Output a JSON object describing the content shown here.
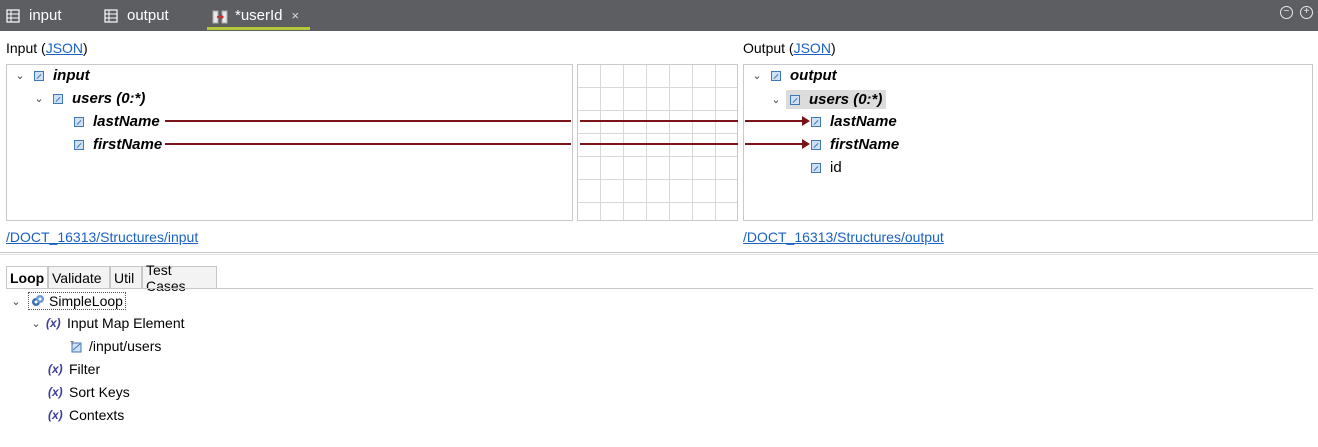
{
  "tabs": [
    {
      "label": "input",
      "icon": "grid-icon"
    },
    {
      "label": "output",
      "icon": "grid-icon"
    },
    {
      "label": "*userId",
      "icon": "mapping-icon",
      "close": "×"
    }
  ],
  "window_controls": {
    "minimize": "−",
    "maximize": "+"
  },
  "input_panel": {
    "title_prefix": "Input (",
    "title_link": "JSON",
    "title_suffix": ")",
    "nodes": [
      {
        "label": "input",
        "chevron": "⌄"
      },
      {
        "label": "users (0:*)",
        "chevron": "⌄"
      },
      {
        "label": "lastName"
      },
      {
        "label": "firstName"
      }
    ],
    "path": "/DOCT_16313/Structures/input"
  },
  "output_panel": {
    "title_prefix": "Output (",
    "title_link": "JSON",
    "title_suffix": ")",
    "nodes": [
      {
        "label": "output",
        "chevron": "⌄"
      },
      {
        "label": "users (0:*)",
        "chevron": "⌄"
      },
      {
        "label": "lastName"
      },
      {
        "label": "firstName"
      },
      {
        "label": "id"
      }
    ],
    "path": "/DOCT_16313/Structures/output"
  },
  "bottom_tabs": [
    "Loop",
    "Validate",
    "Util",
    "Test Cases"
  ],
  "loop_tree": {
    "root": {
      "label": "SimpleLoop",
      "chevron": "⌄"
    },
    "input_map": {
      "label": "Input Map Element",
      "chevron": "⌄",
      "icon": "(x)"
    },
    "input_users": {
      "label": "/input/users"
    },
    "filter": {
      "label": "Filter",
      "icon": "(x)"
    },
    "sort_keys": {
      "label": "Sort Keys",
      "icon": "(x)"
    },
    "contexts": {
      "label": "Contexts",
      "icon": "(x)"
    }
  }
}
